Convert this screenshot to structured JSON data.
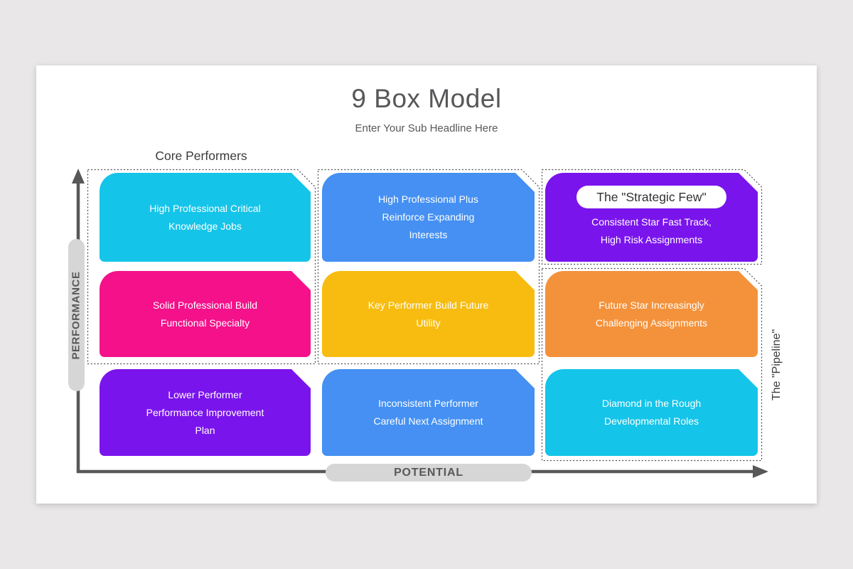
{
  "title": "9 Box Model",
  "subtitle": "Enter Your Sub Headline Here",
  "labels": {
    "core_performers": "Core Performers",
    "pipeline": "The \"Pipeline\"",
    "x_axis": "POTENTIAL",
    "y_axis": "PERFORMANCE"
  },
  "colors": {
    "background": "#e9e7e8",
    "card": "#ffffff",
    "axis": "#58585a",
    "axis_pill": "#d6d6d6",
    "dotted_outline": "#4d4d4d",
    "cyan": "#15c4e9",
    "blue": "#4590f2",
    "purple": "#7a14ec",
    "pink": "#f4118a",
    "yellow": "#f7bc0f",
    "orange": "#f4923b"
  },
  "grid": {
    "rows": 3,
    "cols": 3,
    "cells": [
      {
        "name": "high-professional-critical",
        "color": "#15c4e9",
        "lines": [
          "High Professional Critical",
          "Knowledge Jobs"
        ]
      },
      {
        "name": "high-professional-plus",
        "color": "#4590f2",
        "lines": [
          "High Professional Plus",
          "Reinforce Expanding",
          "Interests"
        ]
      },
      {
        "name": "strategic-few",
        "color": "#7a14ec",
        "pill": "The \"Strategic Few\"",
        "lines": [
          "Consistent Star Fast Track,",
          "High Risk Assignments"
        ]
      },
      {
        "name": "solid-professional",
        "color": "#f4118a",
        "lines": [
          "Solid Professional Build",
          "Functional Specialty"
        ]
      },
      {
        "name": "key-performer",
        "color": "#f7bc0f",
        "lines": [
          "Key Performer Build Future",
          "Utility"
        ]
      },
      {
        "name": "future-star",
        "color": "#f4923b",
        "lines": [
          "Future Star Increasingly",
          "Challenging Assignments"
        ]
      },
      {
        "name": "lower-performer",
        "color": "#7a14ec",
        "lines": [
          "Lower Performer",
          "Performance Improvement",
          "Plan"
        ]
      },
      {
        "name": "inconsistent-performer",
        "color": "#4590f2",
        "lines": [
          "Inconsistent Performer",
          "Careful Next Assignment"
        ]
      },
      {
        "name": "diamond-in-the-rough",
        "color": "#15c4e9",
        "lines": [
          "Diamond in the Rough",
          "Developmental Roles"
        ]
      }
    ]
  }
}
